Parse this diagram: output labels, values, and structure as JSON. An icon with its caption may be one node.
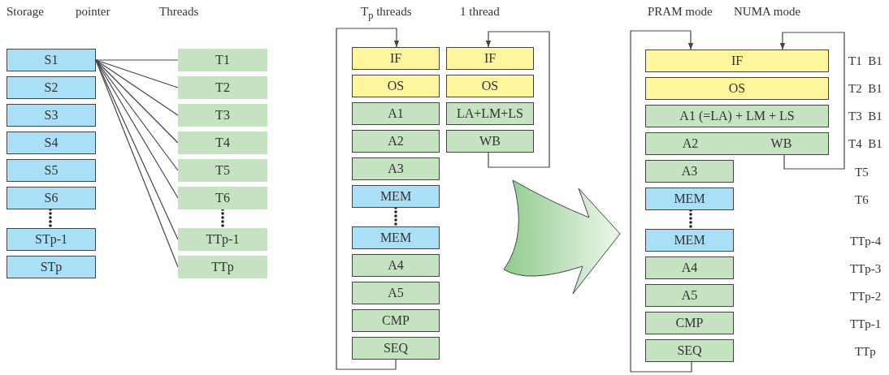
{
  "diagram": {
    "nodes": [
      {
        "text": [
          "S1"
        ]
      },
      {
        "text": [
          "S2"
        ]
      },
      {
        "text": [
          "S3"
        ]
      },
      {
        "text": [
          "S4"
        ]
      },
      {
        "text": [
          "S5"
        ]
      },
      {
        "text": [
          "S6"
        ]
      },
      {
        "text": [
          "STp-1"
        ]
      },
      {
        "text": [
          "STp"
        ]
      },
      {
        "text": [
          "T1"
        ]
      },
      {
        "text": [
          "T2"
        ]
      },
      {
        "text": [
          "T3"
        ]
      },
      {
        "text": [
          "T4"
        ]
      },
      {
        "text": [
          "T5"
        ]
      },
      {
        "text": [
          "T6"
        ]
      },
      {
        "text": [
          "TTp-1"
        ]
      },
      {
        "text": [
          "TTp"
        ]
      },
      {
        "text": [
          "IF"
        ]
      },
      {
        "text": [
          "OS"
        ]
      },
      {
        "text": [
          "A1"
        ]
      },
      {
        "text": [
          "A2"
        ]
      },
      {
        "text": [
          "A3"
        ]
      },
      {
        "text": [
          "MEM"
        ]
      },
      {
        "text": [
          "MEM"
        ]
      },
      {
        "text": [
          "A4"
        ]
      },
      {
        "text": [
          "A5"
        ]
      },
      {
        "text": [
          "CMP"
        ]
      },
      {
        "text": [
          "SEQ"
        ]
      },
      {
        "text": [
          "IF"
        ]
      },
      {
        "text": [
          "OS"
        ]
      },
      {
        "text": [
          "LA+LM+LS"
        ]
      },
      {
        "text": [
          "WB"
        ]
      },
      {
        "text": [
          "IF"
        ],
        "beside": [
          "T1  B1"
        ]
      },
      {
        "text": [
          "OS"
        ],
        "beside": [
          "T2  B1"
        ]
      },
      {
        "text": [
          "A1 (=LA) + LM + LS"
        ],
        "beside": [
          "T3  B1"
        ]
      },
      {
        "text": [
          "A2",
          "WB"
        ],
        "beside": [
          "T4  B1"
        ]
      },
      {
        "text": [
          "A3"
        ]
      },
      {
        "text": [
          "MEM"
        ]
      },
      {
        "text": [
          "MEM"
        ]
      },
      {
        "text": [
          "A4"
        ]
      },
      {
        "text": [
          "A5"
        ]
      },
      {
        "text": [
          "CMP"
        ]
      },
      {
        "text": [
          "SEQ"
        ]
      }
    ],
    "edges": [
      {
        "from": 0,
        "to": 8,
        "arrow": "none"
      },
      {
        "from": 0,
        "to": 9,
        "arrow": "none"
      },
      {
        "from": 0,
        "to": 10,
        "arrow": "none"
      },
      {
        "from": 0,
        "to": 11,
        "arrow": "none"
      },
      {
        "from": 0,
        "to": 12,
        "arrow": "none"
      },
      {
        "from": 0,
        "to": 13,
        "arrow": "none"
      },
      {
        "from": 0,
        "to": 14,
        "arrow": "none"
      },
      {
        "from": 0,
        "to": 15,
        "arrow": "none"
      },
      {
        "from": 26,
        "to": 16,
        "arrow": "to"
      },
      {
        "from": 30,
        "to": 27,
        "arrow": "to"
      },
      {
        "from": 41,
        "to": 31,
        "arrow": "to"
      },
      {
        "from": 34,
        "to": 31,
        "arrow": "to"
      }
    ],
    "labels": [
      "Storage",
      "pointer",
      "Threads",
      "T$_{p}$ threads",
      "1 thread",
      "PRAM mode",
      "NUMA mode",
      "T5",
      "T6",
      "TTp-4",
      "TTp-3",
      "TTp-2",
      "TTp-1",
      "TTp"
    ]
  }
}
